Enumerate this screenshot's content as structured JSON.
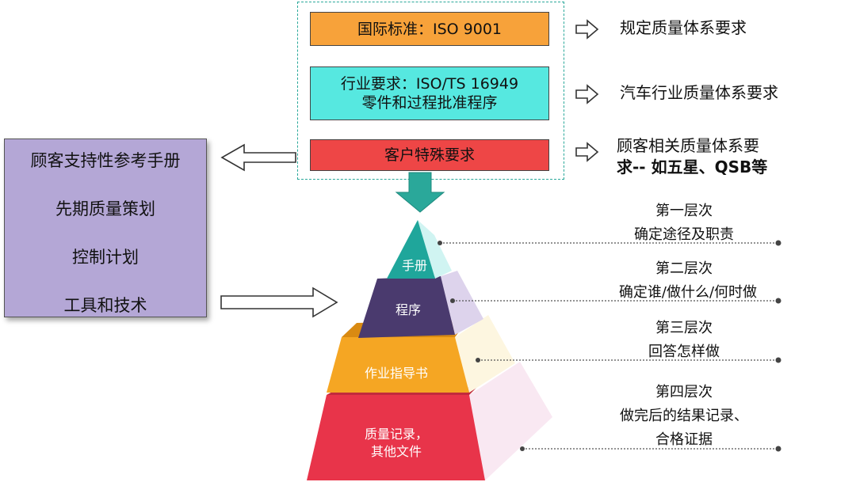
{
  "standards": [
    {
      "lines": [
        "国际标准：ISO 9001"
      ],
      "color": "#f7a23a",
      "description_lines": [
        "规定质量体系要求"
      ]
    },
    {
      "lines": [
        "行业要求：ISO/TS 16949",
        "零件和过程批准程序"
      ],
      "color": "#56e8e0",
      "description_lines": [
        "汽车行业质量体系要求"
      ]
    },
    {
      "lines": [
        "客户特殊要求"
      ],
      "color": "#ee4646",
      "description_lines": [
        "顾客相关质量体系要",
        "求-- 如五星、QSB等"
      ]
    }
  ],
  "customer_manuals": [
    "顾客支持性参考手册",
    "先期质量策划",
    "控制计划",
    "工具和技术"
  ],
  "pyramid": [
    {
      "label_lines": [
        "手册"
      ],
      "color": "#1fa69b",
      "level_title": "第一层次",
      "level_desc_lines": [
        "确定途径及职责"
      ]
    },
    {
      "label_lines": [
        "程序"
      ],
      "color": "#4a3a6e",
      "level_title": "第二层次",
      "level_desc_lines": [
        "确定谁/做什么/何时做"
      ]
    },
    {
      "label_lines": [
        "作业指导书"
      ],
      "color": "#f5a623",
      "level_title": "第三层次",
      "level_desc_lines": [
        "回答怎样做"
      ]
    },
    {
      "label_lines": [
        "质量记录，",
        "其他文件"
      ],
      "color": "#e8344a",
      "level_title": "第四层次",
      "level_desc_lines": [
        "做完后的结果记录、",
        "合格证据"
      ]
    }
  ]
}
